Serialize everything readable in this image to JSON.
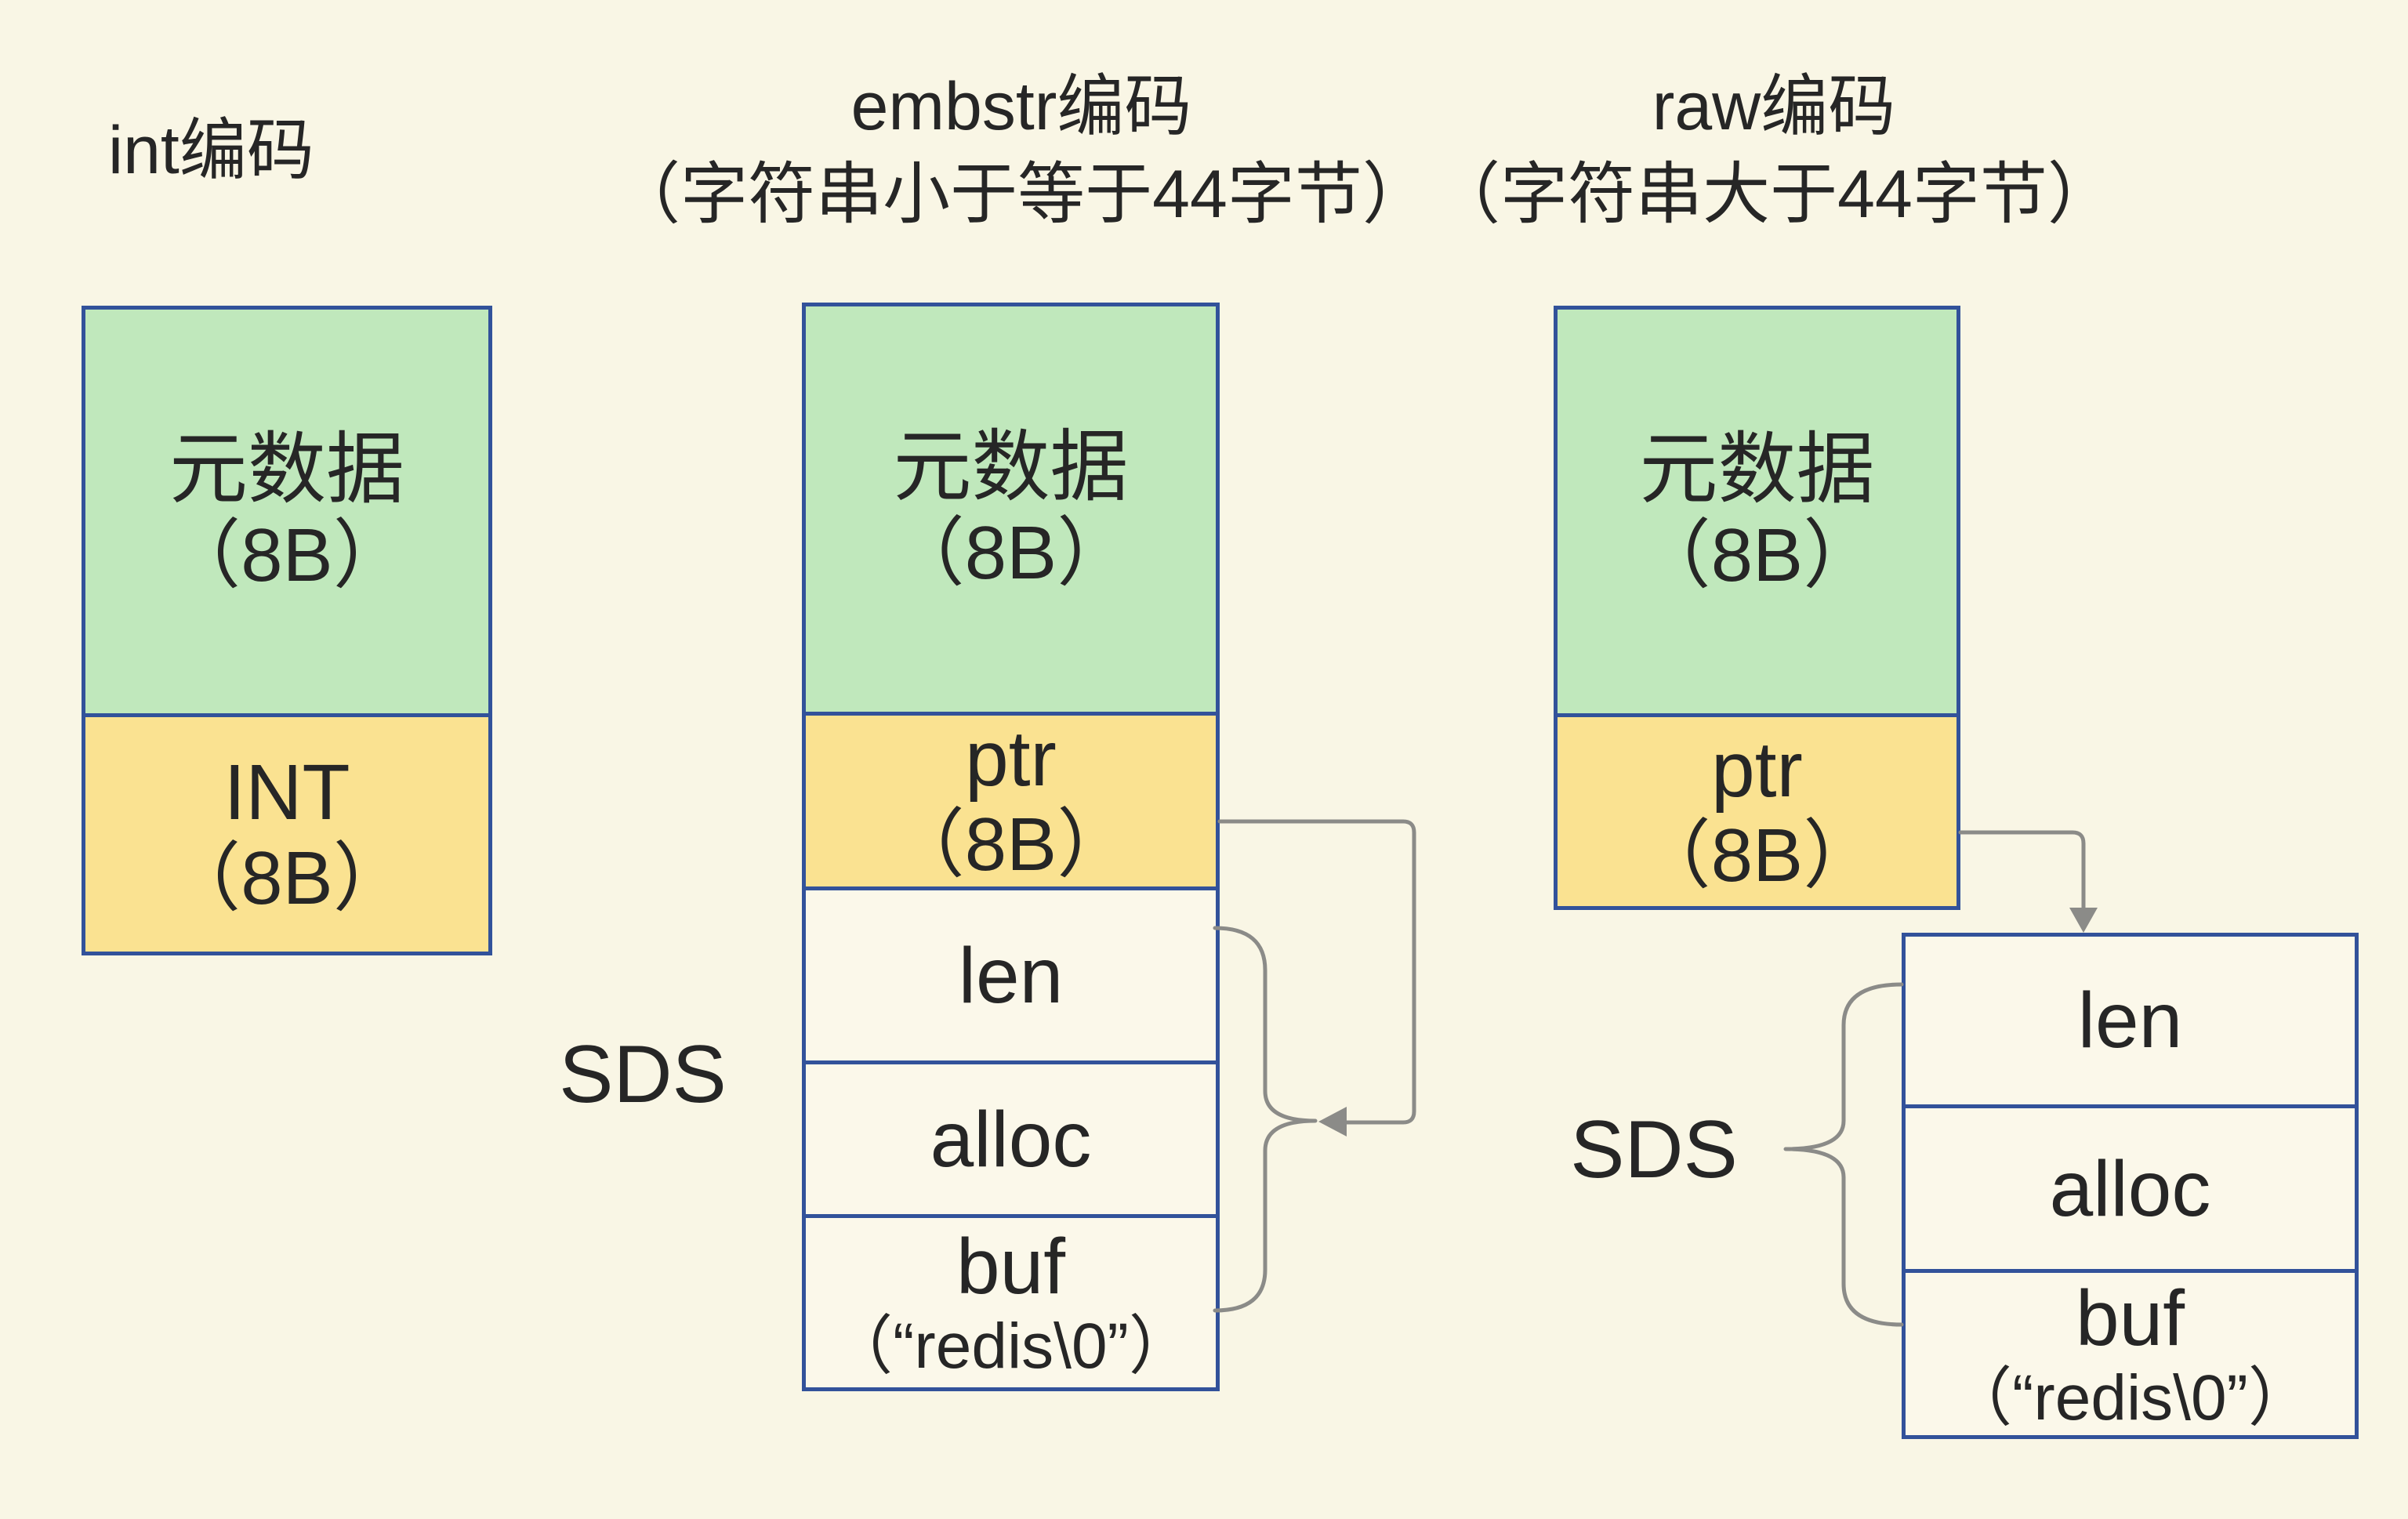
{
  "diagram": "redis-string-object-encodings",
  "colors": {
    "background": "#f9f6e5",
    "box_border_blue": "#32529a",
    "metadata_green": "#c0e8bc",
    "pointer_yellow": "#fae291",
    "field_cream": "#fbf8ea",
    "arrow_gray": "#8b8b88",
    "text": "#262626"
  },
  "titles": {
    "int": {
      "line1": "int编码"
    },
    "embstr": {
      "line1": "embstr编码",
      "line2": "（字符串小于等于44字节）"
    },
    "raw": {
      "line1": "raw编码",
      "line2": "（字符串大于44字节）"
    }
  },
  "columns": {
    "int": {
      "meta_line1": "元数据",
      "meta_line2": "（8B）",
      "value_line1": "INT",
      "value_line2": "（8B）"
    },
    "embstr": {
      "meta_line1": "元数据",
      "meta_line2": "（8B）",
      "ptr_line1": "ptr",
      "ptr_line2": "（8B）",
      "len": "len",
      "alloc": "alloc",
      "buf_line1": "buf",
      "buf_line2": "（“redis\\0”）"
    },
    "raw": {
      "meta_line1": "元数据",
      "meta_line2": "（8B）",
      "ptr_line1": "ptr",
      "ptr_line2": "（8B）",
      "len": "len",
      "alloc": "alloc",
      "buf_line1": "buf",
      "buf_line2": "（“redis\\0”）"
    }
  },
  "labels": {
    "sds_embstr": "SDS",
    "sds_raw": "SDS"
  }
}
